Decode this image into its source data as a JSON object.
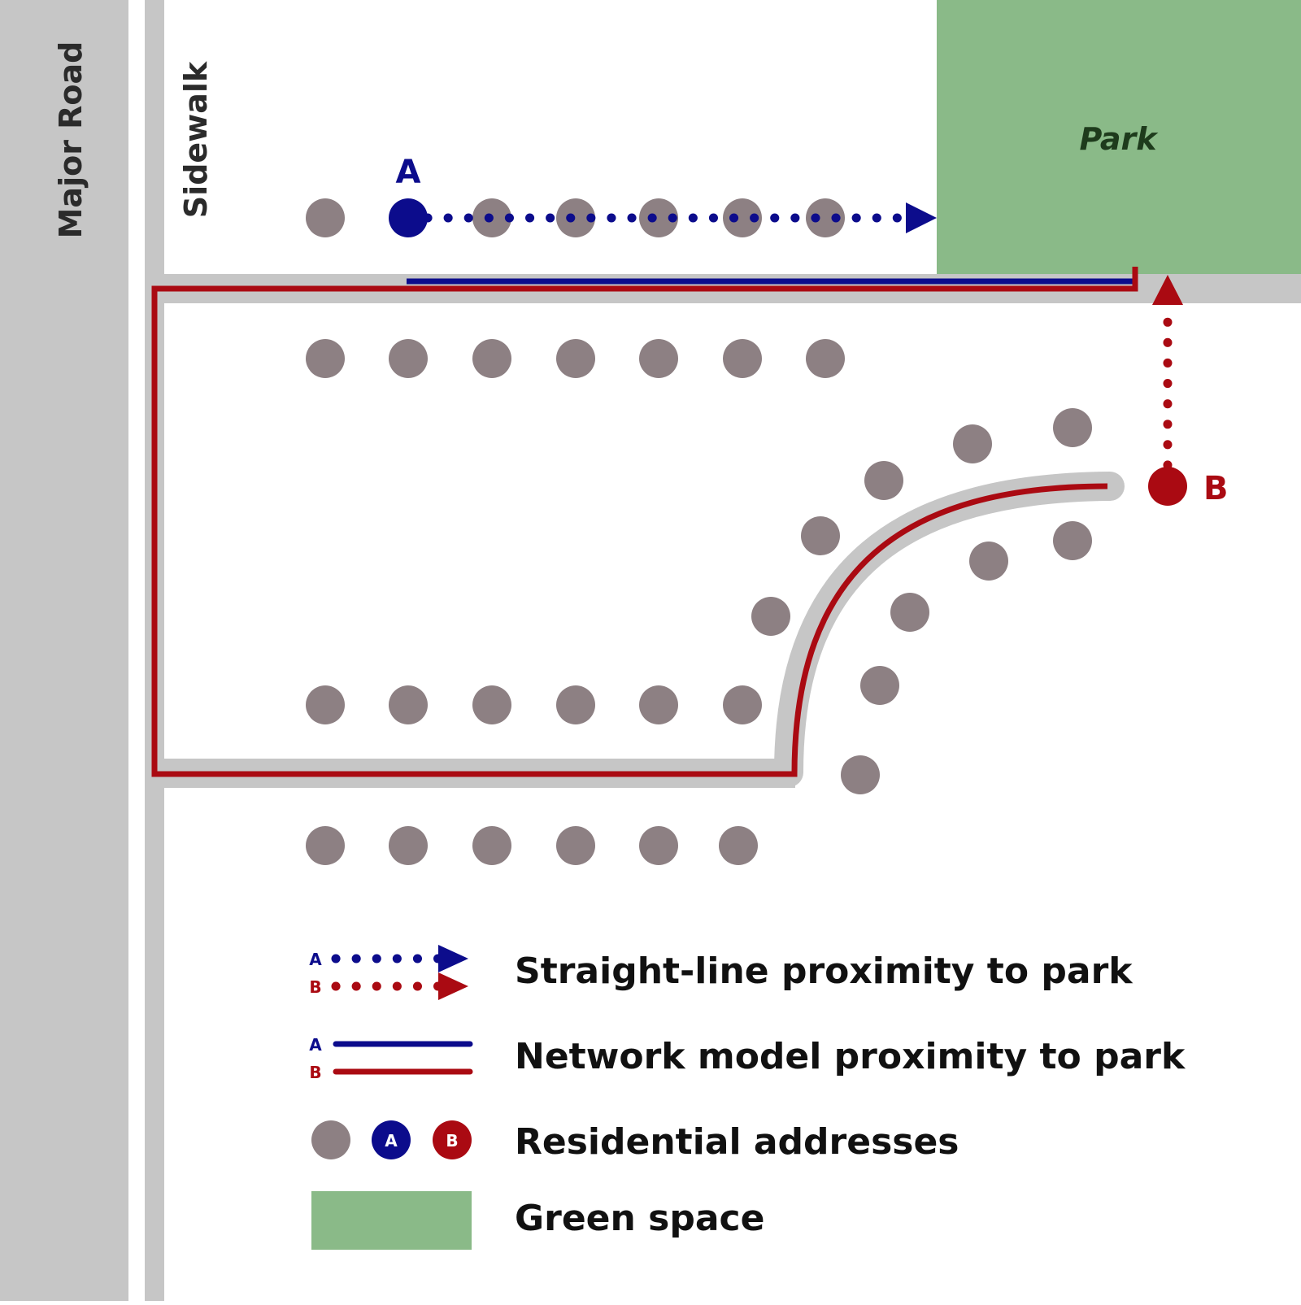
{
  "labels": {
    "major_road": "Major Road",
    "sidewalk": "Sidewalk",
    "park": "Park",
    "point_a": "A",
    "point_b": "B"
  },
  "legend": {
    "straight_line": "Straight-line proximity to park",
    "network_model": "Network model proximity to park",
    "residential": "Residential addresses",
    "green_space": "Green space",
    "tag_a": "A",
    "tag_b": "B"
  },
  "colors": {
    "road": "#c6c6c6",
    "park": "#8aba88",
    "park_text": "#1e3b1c",
    "address": "#8d8083",
    "point_a": "#0c0c8c",
    "point_b": "#aa0a12",
    "text": "#111111"
  }
}
